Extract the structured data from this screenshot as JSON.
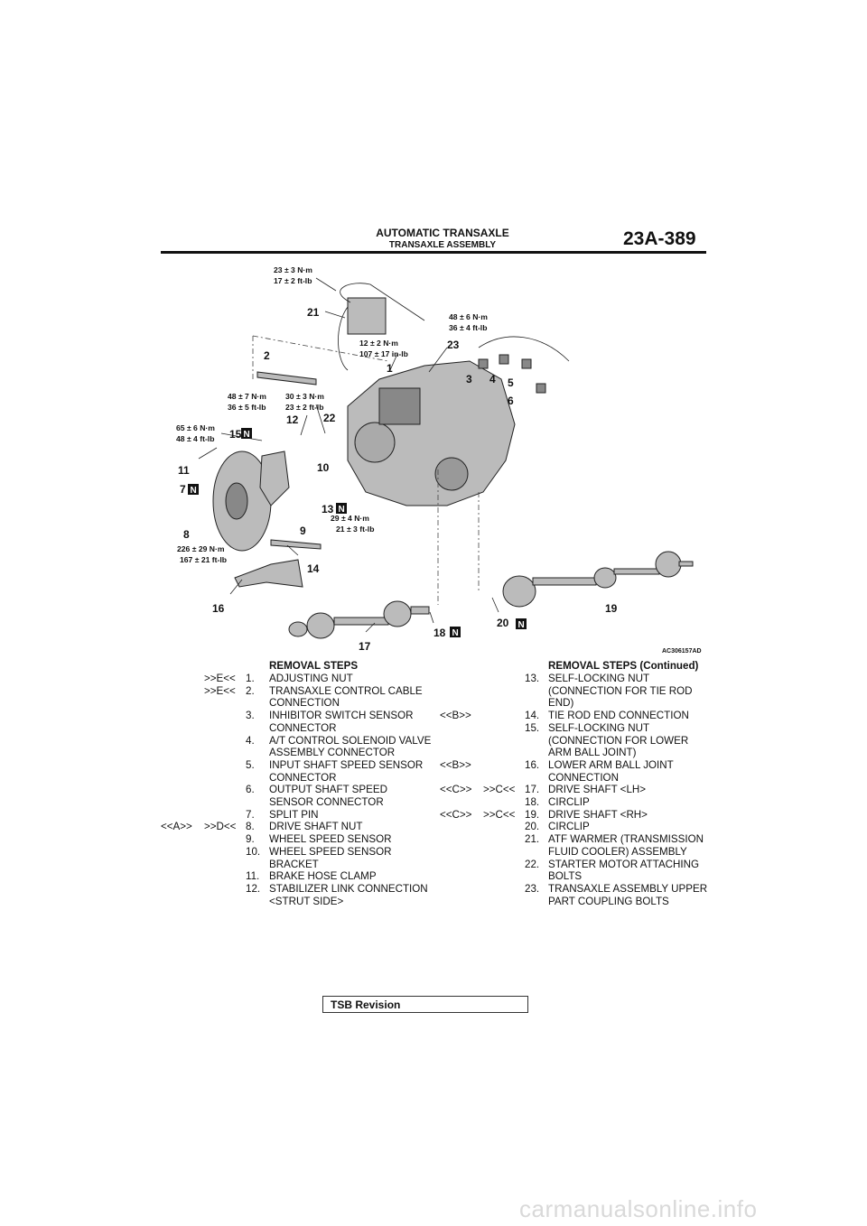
{
  "header": {
    "title": "AUTOMATIC TRANSAXLE",
    "subtitle": "TRANSAXLE ASSEMBLY",
    "page_number": "23A-389"
  },
  "figure": {
    "id": "AC306157AD",
    "n_marker": "N",
    "callouts": {
      "c1": "1",
      "c2": "2",
      "c3": "3",
      "c4": "4",
      "c5": "5",
      "c6": "6",
      "c7": "7",
      "c8": "8",
      "c9": "9",
      "c10": "10",
      "c11": "11",
      "c12": "12",
      "c13": "13",
      "c14": "14",
      "c15": "15",
      "c16": "16",
      "c17": "17",
      "c18": "18",
      "c19": "19",
      "c20": "20",
      "c21": "21",
      "c22": "22",
      "c23": "23"
    },
    "torques": {
      "t_top_a": "23 ± 3 N·m",
      "t_top_b": "17 ± 2 ft-lb",
      "t_right_a": "48 ± 6 N·m",
      "t_right_b": "36 ± 4 ft-lb",
      "t_mid_a": "12 ± 2 N·m",
      "t_mid_b": "107 ± 17 in-lb",
      "t_2a_a": "48 ± 7 N·m",
      "t_2a_b": "36 ± 5 ft-lb",
      "t_2b_a": "30 ± 3 N·m",
      "t_2b_b": "23 ± 2 ft-lb",
      "t_left_a": "65 ± 6 N·m",
      "t_left_b": "48 ± 4 ft-lb",
      "t_13_a": "29 ± 4 N·m",
      "t_13_b": "21 ± 3 ft-lb",
      "t_8_a": "226 ± 29 N·m",
      "t_8_b": "167 ± 21 ft-lb"
    }
  },
  "left_steps": {
    "heading": "REMOVAL STEPS",
    "rows": [
      {
        "code1": "",
        "code2": ">>E<<",
        "num": "1.",
        "text": "ADJUSTING NUT"
      },
      {
        "code1": "",
        "code2": ">>E<<",
        "num": "2.",
        "text": "TRANSAXLE CONTROL CABLE\nCONNECTION"
      },
      {
        "code1": "",
        "code2": "",
        "num": "3.",
        "text": "INHIBITOR SWITCH SENSOR\nCONNECTOR"
      },
      {
        "code1": "",
        "code2": "",
        "num": "4.",
        "text": "A/T CONTROL SOLENOID VALVE\nASSEMBLY CONNECTOR"
      },
      {
        "code1": "",
        "code2": "",
        "num": "5.",
        "text": "INPUT SHAFT SPEED SENSOR\nCONNECTOR"
      },
      {
        "code1": "",
        "code2": "",
        "num": "6.",
        "text": "OUTPUT SHAFT SPEED\nSENSOR CONNECTOR"
      },
      {
        "code1": "",
        "code2": "",
        "num": "7.",
        "text": "SPLIT PIN"
      },
      {
        "code1": "<<A>>",
        "code2": ">>D<<",
        "num": "8.",
        "text": "DRIVE SHAFT NUT"
      },
      {
        "code1": "",
        "code2": "",
        "num": "9.",
        "text": "WHEEL SPEED SENSOR"
      },
      {
        "code1": "",
        "code2": "",
        "num": "10.",
        "text": "WHEEL SPEED SENSOR\nBRACKET"
      },
      {
        "code1": "",
        "code2": "",
        "num": "11.",
        "text": "BRAKE HOSE CLAMP"
      },
      {
        "code1": "",
        "code2": "",
        "num": "12.",
        "text": "STABILIZER LINK CONNECTION\n<STRUT SIDE>"
      }
    ]
  },
  "right_steps": {
    "heading": "REMOVAL STEPS (Continued)",
    "rows": [
      {
        "code1": "",
        "code2": "",
        "num": "13.",
        "text": "SELF-LOCKING NUT\n(CONNECTION FOR TIE ROD\nEND)"
      },
      {
        "code1": "<<B>>",
        "code2": "",
        "num": "14.",
        "text": "TIE ROD END CONNECTION"
      },
      {
        "code1": "",
        "code2": "",
        "num": "15.",
        "text": "SELF-LOCKING NUT\n(CONNECTION FOR LOWER\nARM BALL JOINT)"
      },
      {
        "code1": "<<B>>",
        "code2": "",
        "num": "16.",
        "text": "LOWER ARM BALL JOINT\nCONNECTION"
      },
      {
        "code1": "<<C>>",
        "code2": ">>C<<",
        "num": "17.",
        "text": "DRIVE SHAFT <LH>"
      },
      {
        "code1": "",
        "code2": "",
        "num": "18.",
        "text": "CIRCLIP"
      },
      {
        "code1": "<<C>>",
        "code2": ">>C<<",
        "num": "19.",
        "text": "DRIVE SHAFT <RH>"
      },
      {
        "code1": "",
        "code2": "",
        "num": "20.",
        "text": "CIRCLIP"
      },
      {
        "code1": "",
        "code2": "",
        "num": "21.",
        "text": "ATF WARMER (TRANSMISSION\nFLUID COOLER) ASSEMBLY"
      },
      {
        "code1": "",
        "code2": "",
        "num": "22.",
        "text": "STARTER MOTOR ATTACHING\nBOLTS"
      },
      {
        "code1": "",
        "code2": "",
        "num": "23.",
        "text": "TRANSAXLE ASSEMBLY UPPER\nPART COUPLING BOLTS"
      }
    ]
  },
  "footer": {
    "tsb_label": "TSB Revision",
    "watermark": "carmanualsonline.info"
  }
}
